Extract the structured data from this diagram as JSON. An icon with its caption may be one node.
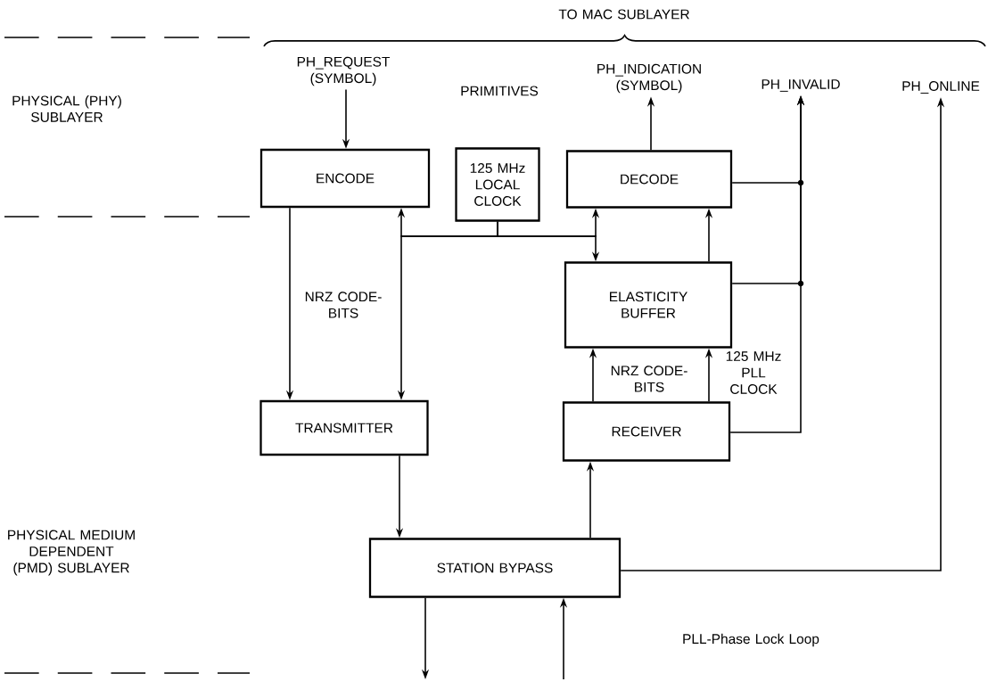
{
  "diagram": {
    "nodes": [
      {
        "text": [
          "ENCODE"
        ]
      },
      {
        "text": [
          "125 MHz LOCAL CLOCK"
        ]
      },
      {
        "text": [
          "DECODE"
        ]
      },
      {
        "text": [
          "ELASTICITY BUFFER"
        ]
      },
      {
        "text": [
          "TRANSMITTER"
        ]
      },
      {
        "text": [
          "RECEIVER"
        ]
      },
      {
        "text": [
          "STATION BYPASS"
        ]
      },
      {
        "text": [
          "PH_REQUEST (SYMBOL)"
        ]
      },
      {
        "text": [
          "PH_INDICATION (SYMBOL)"
        ]
      },
      {
        "text": [
          "PH_INVALID"
        ]
      },
      {
        "text": [
          "PH_ONLINE"
        ]
      }
    ],
    "edges": [
      {
        "from": 7,
        "to": 0,
        "arrow": "to"
      },
      {
        "from": 2,
        "to": 8,
        "arrow": "to"
      },
      {
        "from": 0,
        "to": 4,
        "arrow": "to",
        "label": "NRZ CODE-BITS"
      },
      {
        "from": 1,
        "to": 0,
        "arrow": "to"
      },
      {
        "from": 1,
        "to": 4,
        "arrow": "to"
      },
      {
        "from": 1,
        "to": 2,
        "arrow": "to"
      },
      {
        "from": 1,
        "to": 3,
        "arrow": "to"
      },
      {
        "from": 3,
        "to": 2,
        "arrow": "to"
      },
      {
        "from": 2,
        "to": 9,
        "arrow": "to"
      },
      {
        "from": 3,
        "to": 9,
        "arrow": "to"
      },
      {
        "from": 5,
        "to": 9,
        "arrow": "to"
      },
      {
        "from": 5,
        "to": 3,
        "arrow": "to",
        "label": "NRZ CODE-BITS"
      },
      {
        "from": 5,
        "to": 3,
        "arrow": "to",
        "label": "125 MHz PLL CLOCK"
      },
      {
        "from": 4,
        "to": 6,
        "arrow": "to"
      },
      {
        "from": 6,
        "to": 5,
        "arrow": "to"
      },
      {
        "from": 6,
        "to": 10,
        "arrow": "to"
      },
      {
        "from": 6,
        "to": null,
        "arrow": "to"
      },
      {
        "from": null,
        "to": 6,
        "arrow": "to"
      }
    ],
    "labels": [
      "TO MAC SUBLAYER",
      "PRIMITIVES",
      "PHYSICAL (PHY) SUBLAYER",
      "PHYSICAL MEDIUM DEPENDENT (PMD) SUBLAYER",
      "PLL-Phase Lock Loop"
    ]
  }
}
